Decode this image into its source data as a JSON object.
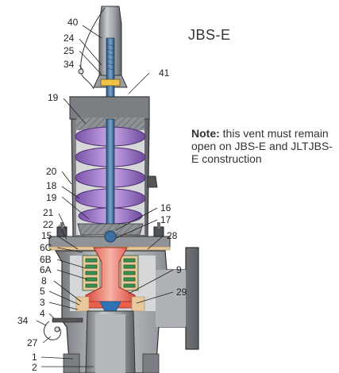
{
  "model_title": "JBS-E",
  "note": {
    "label": "Note:",
    "text": " this vent must remain open on JBS-E and JLTJBS-E construction"
  },
  "callouts": {
    "c40": "40",
    "c24": "24",
    "c25": "25",
    "c34a": "34",
    "c41": "41",
    "c19a": "19",
    "c20": "20",
    "c18": "18",
    "c19b": "19",
    "c21": "21",
    "c22": "22",
    "c15": "15",
    "c6c": "6C",
    "c6b": "6B",
    "c6a": "6A",
    "c8": "8",
    "c5": "5",
    "c3": "3",
    "c4": "4",
    "c34b": "34",
    "c27": "27",
    "c1": "1",
    "c2": "2",
    "c16": "16",
    "c17": "17",
    "c28": "28",
    "c9": "9",
    "c29": "29"
  },
  "colors": {
    "body_gray": "#8e9196",
    "body_light": "#c7c9cc",
    "body_dark": "#5b5f64",
    "spring": "#9b73c8",
    "spring_light": "#c7a9e6",
    "stem": "#3f6f9e",
    "disc_red": "#e8604c",
    "disc_pink": "#f3a79b",
    "bellows": "#3c8f52",
    "tan": "#e8c79a",
    "cap_blue": "#2f73b6"
  }
}
